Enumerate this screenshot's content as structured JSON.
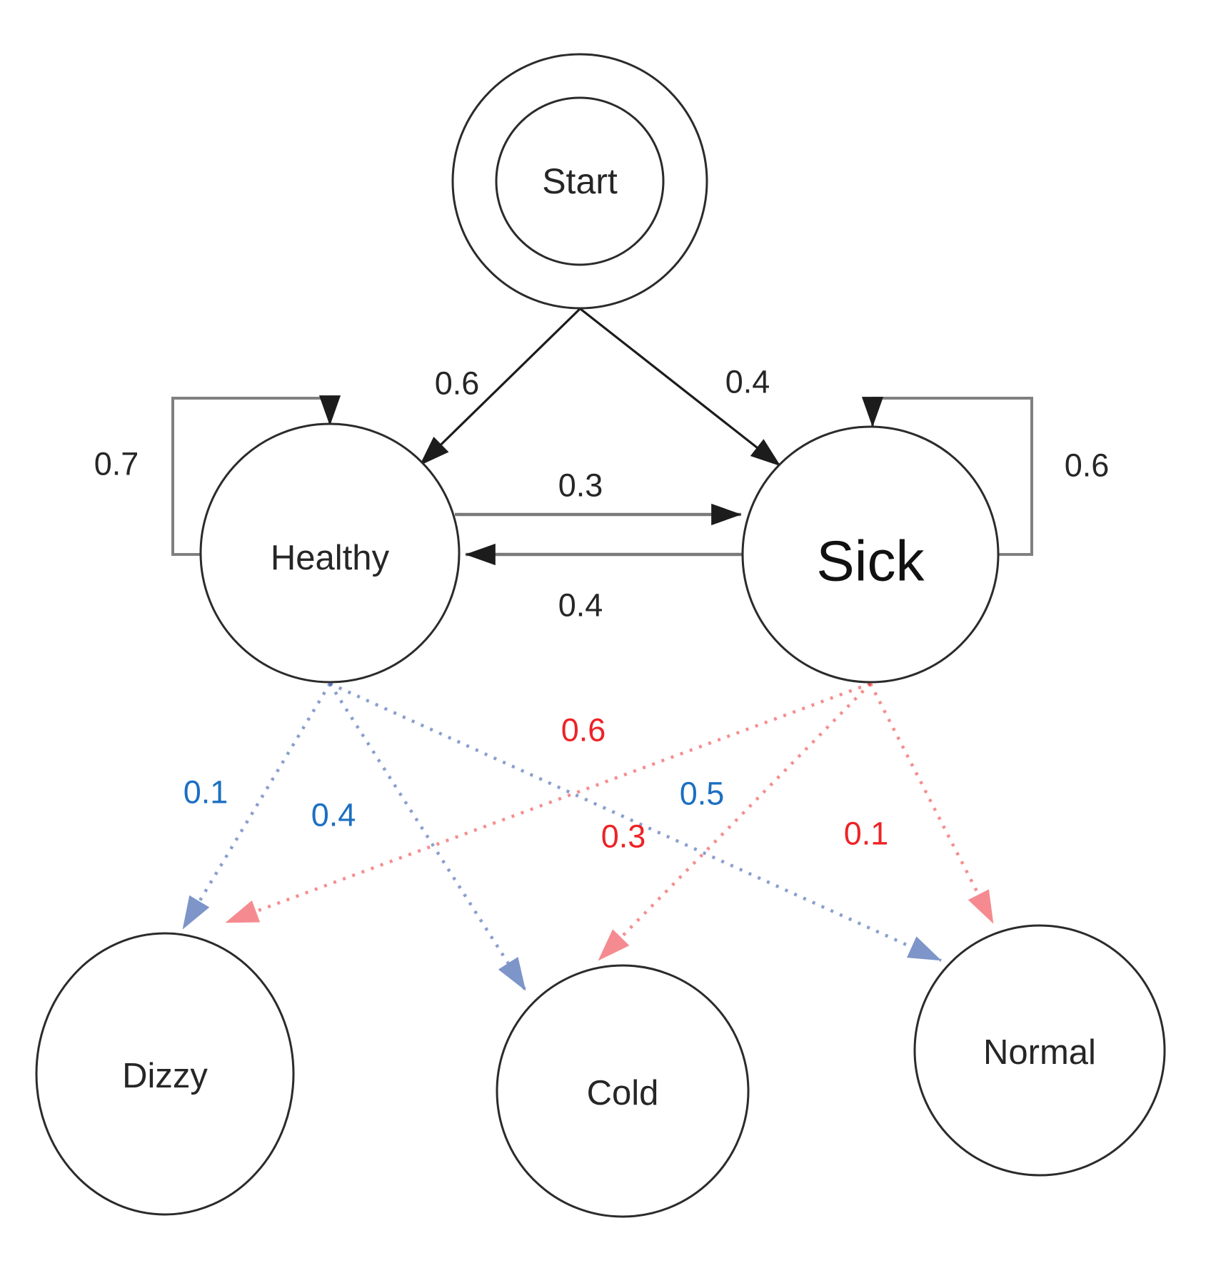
{
  "diagram": {
    "kind": "state-transition-diagram",
    "background": "#ffffff",
    "nodes": {
      "start": {
        "label": "Start",
        "shape": "double-circle"
      },
      "healthy": {
        "label": "Healthy",
        "shape": "circle"
      },
      "sick": {
        "label": "Sick",
        "shape": "circle"
      },
      "dizzy": {
        "label": "Dizzy",
        "shape": "circle"
      },
      "cold": {
        "label": "Cold",
        "shape": "circle"
      },
      "normal": {
        "label": "Normal",
        "shape": "circle"
      }
    },
    "transitions": {
      "start_healthy": {
        "from": "Start",
        "to": "Healthy",
        "label": "0.6"
      },
      "start_sick": {
        "from": "Start",
        "to": "Sick",
        "label": "0.4"
      },
      "healthy_self": {
        "from": "Healthy",
        "to": "Healthy",
        "label": "0.7"
      },
      "sick_self": {
        "from": "Sick",
        "to": "Sick",
        "label": "0.6"
      },
      "healthy_sick": {
        "from": "Healthy",
        "to": "Sick",
        "label": "0.3"
      },
      "sick_healthy": {
        "from": "Sick",
        "to": "Healthy",
        "label": "0.4"
      }
    },
    "emissions": {
      "healthy_dizzy": {
        "from": "Healthy",
        "to": "Dizzy",
        "label": "0.1",
        "color": "#1b6fc2"
      },
      "healthy_cold": {
        "from": "Healthy",
        "to": "Cold",
        "label": "0.4",
        "color": "#1b6fc2"
      },
      "healthy_normal": {
        "from": "Healthy",
        "to": "Normal",
        "label": "0.5",
        "color": "#1b6fc2"
      },
      "sick_dizzy": {
        "from": "Sick",
        "to": "Dizzy",
        "label": "0.6",
        "color": "#ee2227"
      },
      "sick_cold": {
        "from": "Sick",
        "to": "Cold",
        "label": "0.3",
        "color": "#ee2227"
      },
      "sick_normal": {
        "from": "Sick",
        "to": "Normal",
        "label": "0.1",
        "color": "#ee2227"
      }
    },
    "colors": {
      "healthy_emission_line": "#4466b0",
      "healthy_emission_label": "#1b6fc2",
      "sick_emission_line": "#ee3333",
      "sick_emission_label": "#ee2227",
      "transition_line": "#1c1c1c",
      "loop_line": "#808080",
      "node_stroke": "#2b2b2b"
    }
  }
}
